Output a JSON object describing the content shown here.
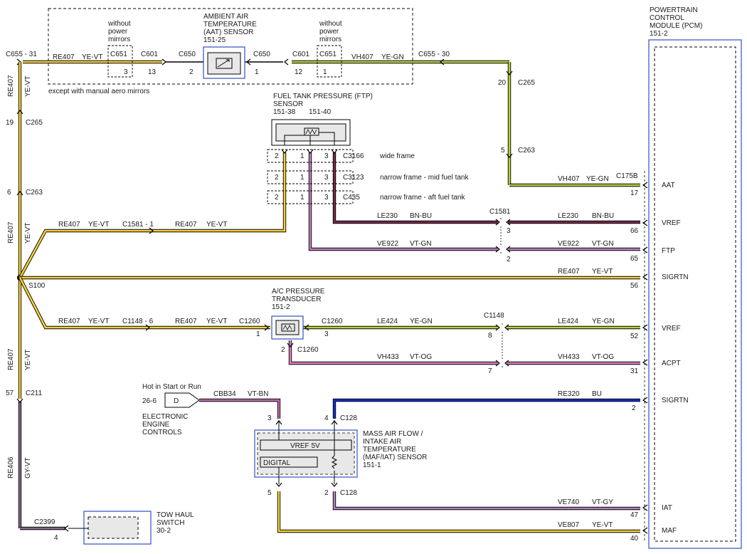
{
  "pcm": {
    "title_lines": [
      "POWERTRAIN",
      "CONTROL",
      "MODULE (PCM)",
      "151-2"
    ],
    "pins": [
      {
        "label": "AAT",
        "number": "17"
      },
      {
        "label": "VREF",
        "number": "66"
      },
      {
        "label": "FTP",
        "number": "65"
      },
      {
        "label": "SIGRTN",
        "number": "56"
      },
      {
        "label": "VREF",
        "number": "52"
      },
      {
        "label": "ACPT",
        "number": "31"
      },
      {
        "label": "SIGRTN",
        "number": "2"
      },
      {
        "label": "IAT",
        "number": "47"
      },
      {
        "label": "MAF",
        "number": "40"
      }
    ],
    "connector": "C175B"
  },
  "top_section": {
    "left_connector": "C655 - 31",
    "right_connector": "C655 - 30",
    "wire_left": {
      "code": "RE407",
      "color": "YE-VT"
    },
    "wire_right": {
      "code": "VH407",
      "color": "YE-GN"
    },
    "note": "except with manual aero mirrors",
    "mirror_note_left": [
      "without",
      "power",
      "mirrors"
    ],
    "mirror_note_right": [
      "without",
      "power",
      "mirrors"
    ],
    "c651_left": {
      "label": "C651",
      "pin": "3"
    },
    "c651_right": {
      "label": "C651",
      "pin": "1"
    },
    "c601_left": {
      "label": "C601",
      "pin": "13"
    },
    "c601_right": {
      "label": "C601",
      "pin": "12"
    },
    "c650_left": {
      "label": "C650",
      "pin": "2"
    },
    "c650_right": {
      "label": "C650",
      "pin": "1"
    },
    "aat_sensor": [
      "AMBIENT AIR",
      "TEMPERATURE",
      "(AAT) SENSOR",
      "151-25"
    ]
  },
  "left_bus": {
    "vertical_top_label": {
      "code": "RE407",
      "color": "YE-VT"
    },
    "vertical_mid_label": {
      "code": "RE407",
      "color": "YE-VT"
    },
    "vertical_lower_label": {
      "code": "RE407",
      "color": "YE-VT"
    },
    "vertical_bottom_label": {
      "code": "RE406",
      "color": "GY-VT"
    },
    "c265_left": {
      "label": "C265",
      "pin": "19"
    },
    "c263_left": {
      "label": "C263",
      "pin": "6"
    },
    "c211": {
      "label": "C211",
      "pin": "57"
    },
    "splice": "S100"
  },
  "right_connectors": {
    "c265": {
      "label": "C265",
      "pin": "20"
    },
    "c263": {
      "label": "C263",
      "pin": "5"
    },
    "wire": {
      "code": "VH407",
      "color": "YE-GN"
    }
  },
  "ftp": {
    "title": [
      "FUEL TANK PRESSURE (FTP)",
      "SENSOR"
    ],
    "refs": [
      "151-38",
      "151-40"
    ],
    "rows": [
      {
        "pins": [
          "2",
          "1",
          "3"
        ],
        "connector": "C3166",
        "desc": "wide frame"
      },
      {
        "pins": [
          "2",
          "1",
          "3"
        ],
        "connector": "C3123",
        "desc": "narrow frame - mid fuel tank"
      },
      {
        "pins": [
          "2",
          "1",
          "3"
        ],
        "connector": "C435",
        "desc": "narrow frame - aft fuel tank"
      }
    ],
    "c1581_left": "C1581 - 1",
    "c1581_right": {
      "label": "C1581",
      "pins": [
        "3",
        "2"
      ]
    },
    "wires": {
      "re407_a": {
        "code": "RE407",
        "color": "YE-VT"
      },
      "re407_b": {
        "code": "RE407",
        "color": "YE-VT"
      },
      "le230_a": {
        "code": "LE230",
        "color": "BN-BU"
      },
      "le230_b": {
        "code": "LE230",
        "color": "BN-BU"
      },
      "ve922_a": {
        "code": "VE922",
        "color": "VT-GN"
      },
      "ve922_b": {
        "code": "VE922",
        "color": "VT-GN"
      },
      "sigrtn": {
        "code": "RE407",
        "color": "YE-VT"
      }
    }
  },
  "ac": {
    "title": [
      "A/C PRESSURE",
      "TRANSDUCER",
      "151-2"
    ],
    "c1148_left": "C1148 - 6",
    "c1260_left": {
      "label": "C1260",
      "pin": "1"
    },
    "c1260_right": {
      "label": "C1260",
      "pin": "3"
    },
    "c1260_bottom": {
      "label": "C1260",
      "pin": "2"
    },
    "c1148_right": {
      "label": "C1148",
      "pins": [
        "8",
        "7"
      ]
    },
    "wires": {
      "re407_a": {
        "code": "RE407",
        "color": "YE-VT"
      },
      "re407_b": {
        "code": "RE407",
        "color": "YE-VT"
      },
      "le424_a": {
        "code": "LE424",
        "color": "YE-GN"
      },
      "le424_b": {
        "code": "LE424",
        "color": "YE-GN"
      },
      "vh433_a": {
        "code": "VH433",
        "color": "VT-OG"
      },
      "vh433_b": {
        "code": "VH433",
        "color": "VT-OG"
      }
    }
  },
  "maf": {
    "hot_label": "Hot in Start or Run",
    "source_ref": "26-6",
    "source_letter": "D",
    "eec_label": [
      "ELECTRONIC",
      "ENGINE",
      "CONTROLS"
    ],
    "cbb34": {
      "code": "CBB34",
      "color": "VT-BN"
    },
    "re320": {
      "code": "RE320",
      "color": "BU"
    },
    "ve740": {
      "code": "VE740",
      "color": "VT-GY"
    },
    "ve807": {
      "code": "VE807",
      "color": "YE-VT"
    },
    "title": [
      "MASS AIR FLOW /",
      "INTAKE AIR",
      "TEMPERATURE",
      "(MAF/IAT) SENSOR",
      "151-1"
    ],
    "vref_label": "VREF 5V",
    "digital_label": "DIGITAL",
    "pin_top_left": "3",
    "pin_top_right": {
      "label": "C128",
      "pin": "4"
    },
    "pin_bottom_left": "5",
    "pin_bottom_right": {
      "label": "C128",
      "pin": "2"
    }
  },
  "tow": {
    "title": [
      "TOW HAUL",
      "SWITCH",
      "30-2"
    ],
    "c2399": {
      "label": "C2399",
      "pin": "4"
    }
  },
  "colors": {
    "yellow": "#f5d23a",
    "yellow_green": "#b8d43a",
    "brown_blue": "#7a2a4a",
    "violet_green": "#c080c0",
    "violet_orange": "#e080c0",
    "violet_brown": "#c070b0",
    "blue": "#1030d0",
    "violet_gray": "#b080c0",
    "gray_violet": "#8a6a8a",
    "pcm_border": "#3050c0"
  }
}
